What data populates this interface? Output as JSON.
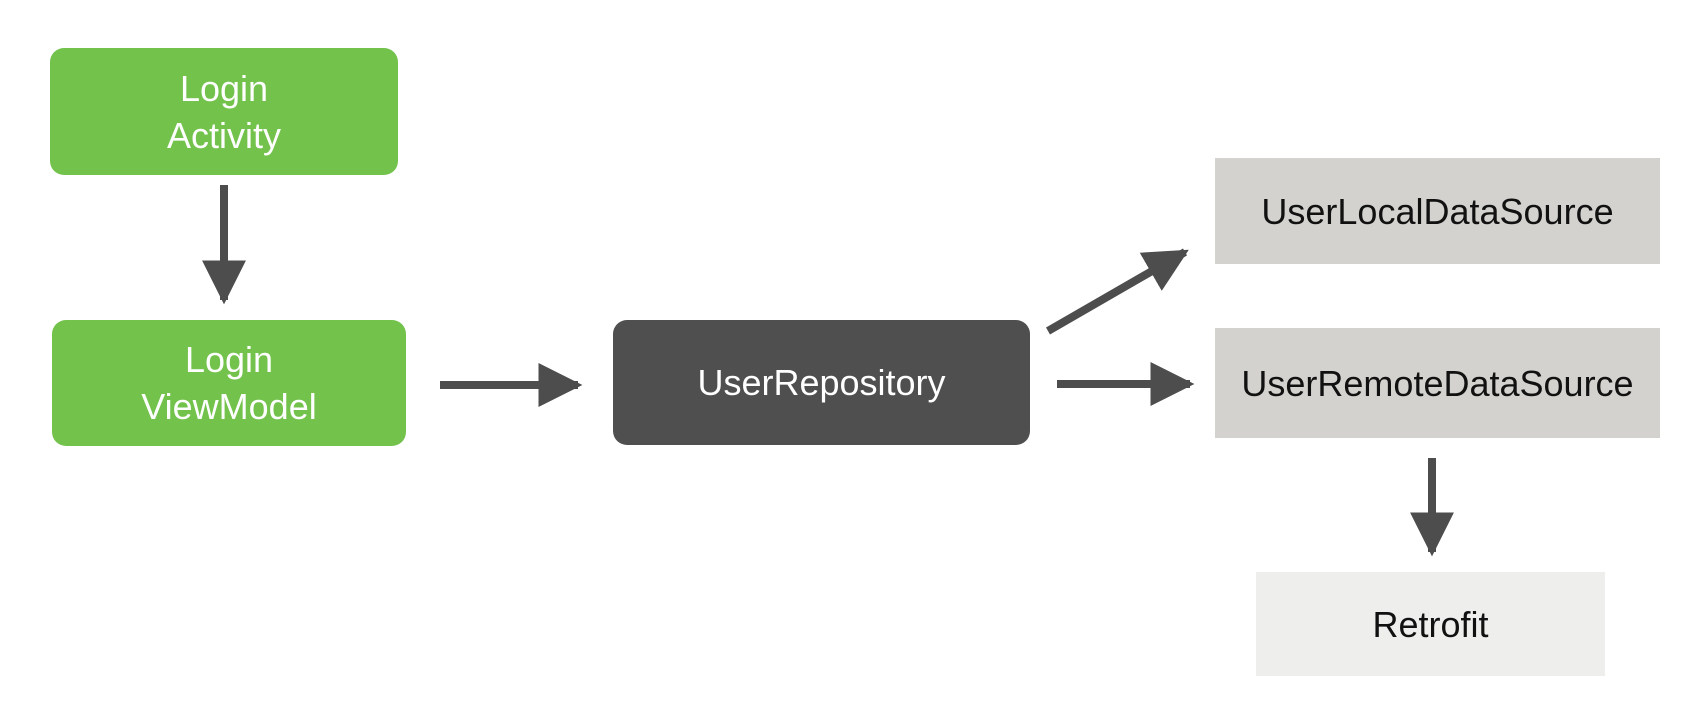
{
  "diagram": {
    "type": "flowchart",
    "nodes": [
      {
        "id": "login-activity",
        "label": "Login\nActivity",
        "style": "green"
      },
      {
        "id": "login-viewmodel",
        "label": "Login\nViewModel",
        "style": "green"
      },
      {
        "id": "user-repository",
        "label": "UserRepository",
        "style": "dark"
      },
      {
        "id": "user-local-data-source",
        "label": "UserLocalDataSource",
        "style": "light-gray"
      },
      {
        "id": "user-remote-data-source",
        "label": "UserRemoteDataSource",
        "style": "light-gray"
      },
      {
        "id": "retrofit",
        "label": "Retrofit",
        "style": "lighter-gray"
      }
    ],
    "edges": [
      {
        "from": "login-activity",
        "to": "login-viewmodel",
        "direction": "down"
      },
      {
        "from": "login-viewmodel",
        "to": "user-repository",
        "direction": "right"
      },
      {
        "from": "user-repository",
        "to": "user-local-data-source",
        "direction": "up-right"
      },
      {
        "from": "user-repository",
        "to": "user-remote-data-source",
        "direction": "right"
      },
      {
        "from": "user-remote-data-source",
        "to": "retrofit",
        "direction": "down"
      }
    ],
    "colors": {
      "background": "#ffffff",
      "node_green": "#72c24c",
      "node_dark": "#4f4f4f",
      "node_light_gray": "#d3d2ce",
      "node_lighter_gray": "#eeeeec",
      "text_on_color": "#ffffff",
      "text_on_gray": "#111111",
      "arrow": "#4d4d4d"
    }
  }
}
